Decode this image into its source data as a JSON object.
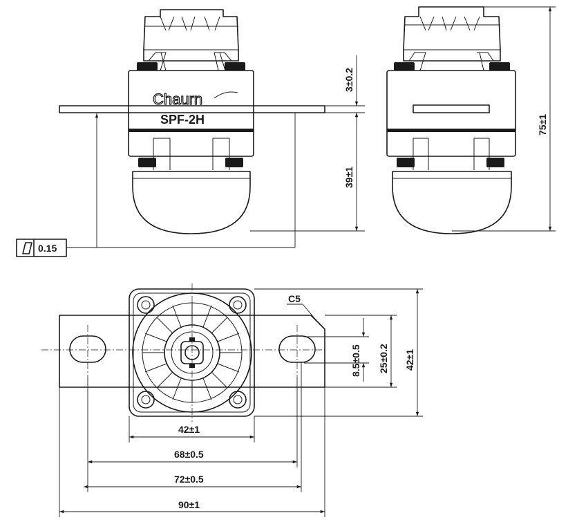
{
  "product": {
    "brand": "Chaurn",
    "model": "SPF-2H"
  },
  "tolerance_frame": {
    "symbol": "flatness-icon",
    "value": "0.15"
  },
  "dimensions": {
    "flange_thickness": "3±0.2",
    "lower_height": "39±1",
    "total_height": "75±1",
    "chamfer": "C5",
    "hole_width": "8.5±0.5",
    "flange_width": "25±0.2",
    "body_height": "42±1",
    "body_width": "42±1",
    "hole_centers": "68±0.5",
    "hole_outer": "72±0.5",
    "total_length": "90±1"
  }
}
